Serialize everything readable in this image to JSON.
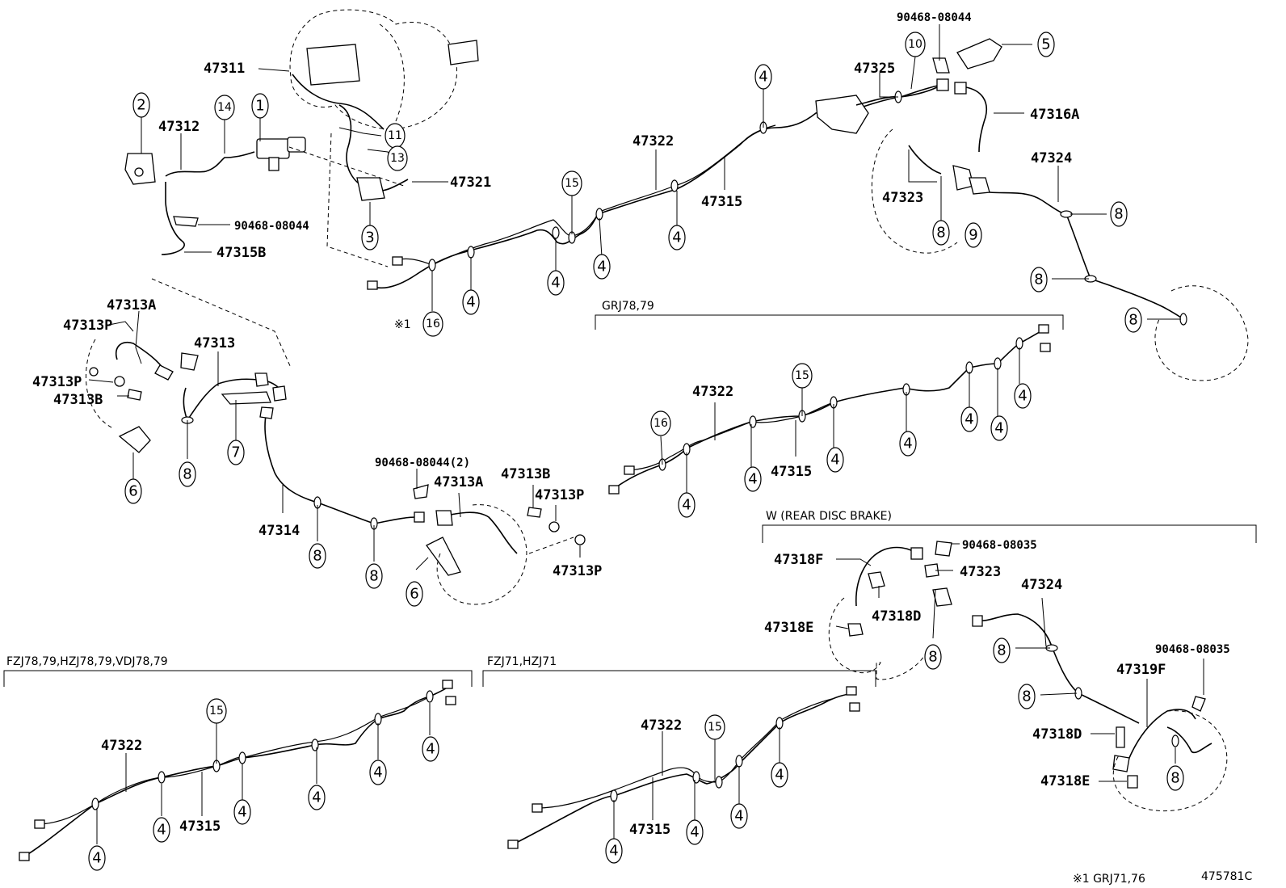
{
  "sections": {
    "grj": "GRJ78,79",
    "rear_disc": "W (REAR DISC BRAKE)",
    "fzj78": "FZJ78,79,HZJ78,79,VDJ78,79",
    "fzj71": "FZJ71,HZJ71"
  },
  "footnote": "※1 GRJ71,76",
  "note_marker": "※1",
  "diagram_code": "475781C",
  "part_numbers": {
    "p47311": "47311",
    "p47312": "47312",
    "p47321": "47321",
    "p47315B": "47315B",
    "p90468_08044": "90468-08044",
    "p47325": "47325",
    "p47316A": "47316A",
    "p47322": "47322",
    "p47315": "47315",
    "p47323": "47323",
    "p47324": "47324",
    "p47313A": "47313A",
    "p47313P": "47313P",
    "p47313B": "47313B",
    "p47313": "47313",
    "p47314": "47314",
    "p90468_08044_2": "90468-08044(2)",
    "p47318F": "47318F",
    "p47318D": "47318D",
    "p47318E": "47318E",
    "p90468_08035": "90468-08035",
    "p47319F": "47319F"
  },
  "callouts": {
    "n1": "1",
    "n2": "2",
    "n3": "3",
    "n4": "4",
    "n5": "5",
    "n6": "6",
    "n7": "7",
    "n8": "8",
    "n9": "9",
    "n10": "10",
    "n11": "11",
    "n13": "13",
    "n14": "14",
    "n15": "15",
    "n16": "16"
  }
}
